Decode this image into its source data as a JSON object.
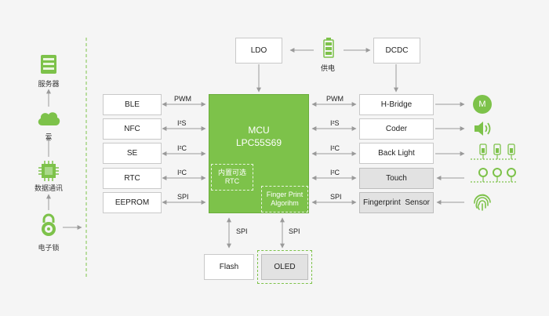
{
  "power": {
    "ldo": "LDO",
    "dcdc": "DCDC",
    "supply": "供电"
  },
  "left_blocks": [
    {
      "name": "BLE",
      "bus": "PWM"
    },
    {
      "name": "NFC",
      "bus": "I²S"
    },
    {
      "name": "SE",
      "bus": "I²C"
    },
    {
      "name": "RTC",
      "bus": "I²C"
    },
    {
      "name": "EEPROM",
      "bus": "SPI"
    }
  ],
  "mcu": {
    "title_line1": "MCU",
    "title_line2": "LPC55S69",
    "rtc_line1": "内置可选",
    "rtc_line2": "RTC",
    "fp_line1": "Finger Print",
    "fp_line2": "Algorihm"
  },
  "right_blocks": [
    {
      "name": "H-Bridge",
      "bus": "PWM"
    },
    {
      "name": "Coder",
      "bus": "I²S"
    },
    {
      "name": "Back Light",
      "bus": "I²C"
    },
    {
      "name": "Touch",
      "bus": "I²C"
    },
    {
      "name": "Fingerprint  Sensor",
      "bus": "SPI"
    }
  ],
  "bottom_blocks": [
    {
      "name": "Flash",
      "bus": "SPI"
    },
    {
      "name": "OLED",
      "bus": "SPI"
    }
  ],
  "side_chain": [
    {
      "label": "服务器",
      "icon": "server-icon"
    },
    {
      "label": "云",
      "icon": "cloud-icon"
    },
    {
      "label": "数据通讯",
      "icon": "chip-icon"
    },
    {
      "label": "电子锁",
      "icon": "padlock-icon"
    }
  ],
  "motor_symbol": "M",
  "colors": {
    "accent": "#7dc24a",
    "arrow": "#9a9a9a",
    "box_border": "#c9c9c9",
    "gray_box": "#e2e2e2"
  }
}
